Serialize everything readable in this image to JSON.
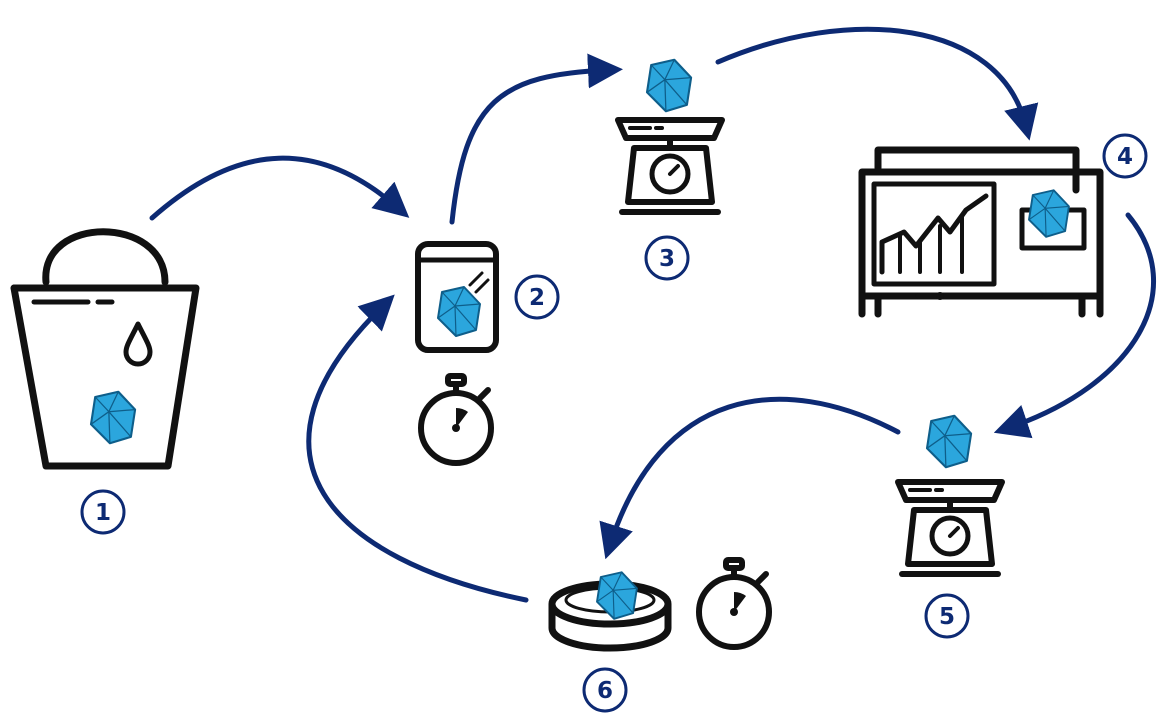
{
  "colors": {
    "arrow": "#0d2a73",
    "icon_stroke": "#111111",
    "sample_fill": "#2ba6dd",
    "sample_stroke": "#0e5e8a",
    "background": "#ffffff"
  },
  "steps": [
    {
      "number": "1",
      "icon": "bucket-icon"
    },
    {
      "number": "2",
      "icon": "sealed-bag-icon"
    },
    {
      "number": "3",
      "icon": "kitchen-scale-icon"
    },
    {
      "number": "4",
      "icon": "analyzer-machine-icon"
    },
    {
      "number": "5",
      "icon": "kitchen-scale-icon"
    },
    {
      "number": "6",
      "icon": "petri-dish-icon"
    }
  ],
  "extra_icons": [
    "stopwatch-icon",
    "stopwatch-icon",
    "rock-sample-icon",
    "water-drop-icon"
  ]
}
